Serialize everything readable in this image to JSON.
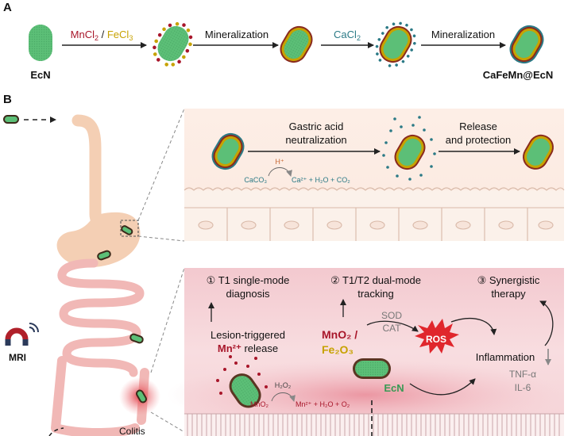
{
  "panel_a": {
    "label": "A",
    "salt_part1": "MnCl",
    "salt_part1_sub": "2",
    "salt_sep": " / ",
    "salt_part2": "FeCl",
    "salt_part2_sub": "3",
    "step_mineralization": "Mineralization",
    "cacl_text": "CaCl",
    "cacl_sub": "2",
    "ecn_label": "EcN",
    "product_label": "CaFeMn@EcN"
  },
  "panel_b": {
    "label": "B",
    "gastric_line1": "Gastric acid",
    "gastric_line2": "neutralization",
    "release_line1": "Release",
    "release_line2": "and protection",
    "h_plus": "H⁺",
    "caco3": "CaCO₃",
    "ca_product": "Ca²⁺ + H₂O + CO₂",
    "step1_line1": "① T1 single-mode",
    "step1_line2": "diagnosis",
    "step2_line1": "② T1/T2 dual-mode",
    "step2_line2": "tracking",
    "step3_line1": "③ Synergistic",
    "step3_line2": "therapy",
    "lesion_line1": "Lesion-triggered",
    "mn2plus": "Mn²⁺",
    "release_word": " release",
    "mno2_big": "MnO₂ /",
    "fe2o3_big": "Fe₂O₃",
    "sod": "SOD",
    "cat": "CAT",
    "ros": "ROS",
    "ecn_label": "EcN",
    "inflammation": "Inflammation",
    "tnf": "TNF-α",
    "il6": "IL-6",
    "h2o2": "H₂O₂",
    "mno2_small": "MnO₂",
    "mn_product": "Mn²⁺ + H₂O + O₂",
    "mri": "MRI",
    "colitis": "Colitis"
  },
  "colors": {
    "mn_red": "#a8162a",
    "fe_yellow": "#c7a200",
    "ca_teal": "#2b7a86",
    "ecn_green": "#5cbf77",
    "ros_red": "#e0262c"
  },
  "icons": [
    "magnet-icon",
    "wifi-signal-icon",
    "bacterium-icon",
    "ros-burst-icon"
  ]
}
